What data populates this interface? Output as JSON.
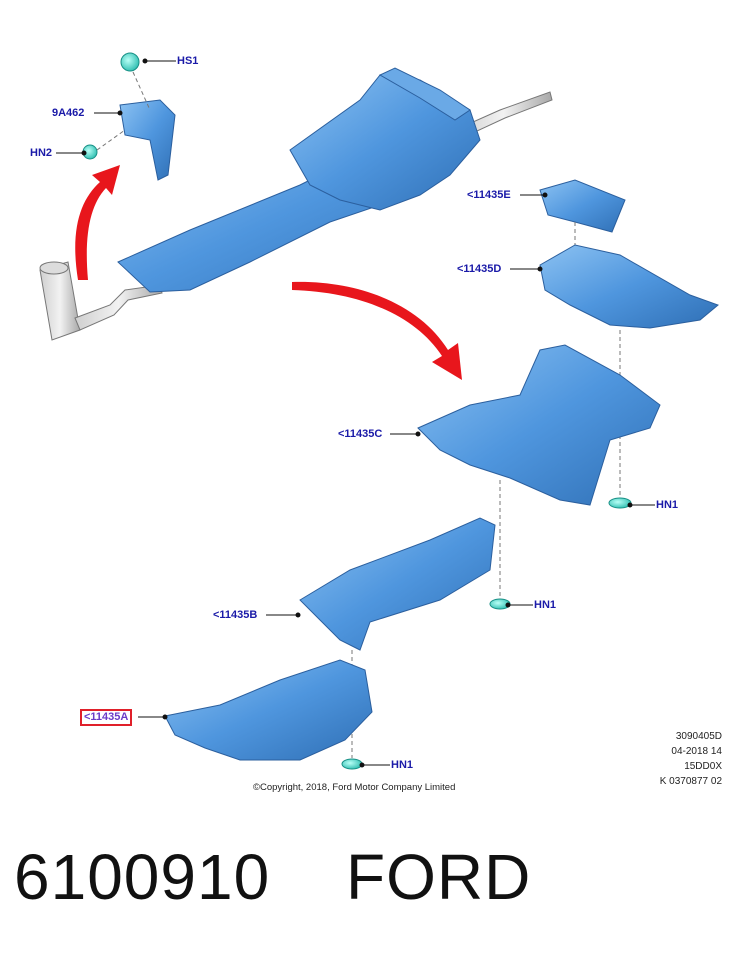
{
  "callouts": {
    "hs1": "HS1",
    "bracket": "9A462",
    "hn2": "HN2",
    "e": "<11435E",
    "d": "<11435D",
    "c": "<11435C",
    "hn1_c": "HN1",
    "b": "<11435B",
    "hn1_b": "HN1",
    "a": "<11435A",
    "hn1_a": "HN1"
  },
  "info_block": {
    "line1": "3090405D",
    "line2": "04-2018 14",
    "line3": "15DD0X",
    "line4": "K 0370877 02"
  },
  "copyright": "©Copyright, 2018, Ford Motor Company Limited",
  "part_number": "6100910",
  "brand": "FORD",
  "colors": {
    "shield_blue": "#4f96de",
    "shield_dark": "#2f6fb5",
    "fastener_cyan": "#3fd6c8",
    "arrow_red": "#e8161c",
    "label_blue": "#1a1aa8",
    "highlight_red": "#e0202a"
  }
}
